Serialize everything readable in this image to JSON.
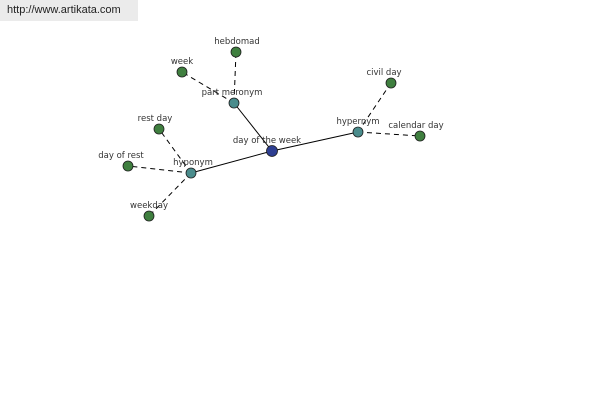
{
  "watermark": "http://www.artikata.com",
  "graph": {
    "nodes": [
      {
        "id": "center",
        "label": "day of the week",
        "kind": "center"
      },
      {
        "id": "part-meronym",
        "label": "part meronym",
        "kind": "relation"
      },
      {
        "id": "hypernym",
        "label": "hypernym",
        "kind": "relation"
      },
      {
        "id": "hyponym",
        "label": "hyponym",
        "kind": "relation"
      },
      {
        "id": "hebdomad",
        "label": "hebdomad",
        "kind": "leaf"
      },
      {
        "id": "week",
        "label": "week",
        "kind": "leaf"
      },
      {
        "id": "civil-day",
        "label": "civil day",
        "kind": "leaf"
      },
      {
        "id": "calendar-day",
        "label": "calendar day",
        "kind": "leaf"
      },
      {
        "id": "rest-day",
        "label": "rest day",
        "kind": "leaf"
      },
      {
        "id": "day-of-rest",
        "label": "day of rest",
        "kind": "leaf"
      },
      {
        "id": "weekday",
        "label": "weekday",
        "kind": "leaf"
      }
    ],
    "edges": [
      {
        "from": "center",
        "to": "part-meronym",
        "style": "solid"
      },
      {
        "from": "center",
        "to": "hypernym",
        "style": "solid"
      },
      {
        "from": "center",
        "to": "hyponym",
        "style": "solid"
      },
      {
        "from": "part-meronym",
        "to": "hebdomad",
        "style": "dashed"
      },
      {
        "from": "part-meronym",
        "to": "week",
        "style": "dashed"
      },
      {
        "from": "hypernym",
        "to": "civil-day",
        "style": "dashed"
      },
      {
        "from": "hypernym",
        "to": "calendar-day",
        "style": "dashed"
      },
      {
        "from": "hyponym",
        "to": "rest-day",
        "style": "dashed"
      },
      {
        "from": "hyponym",
        "to": "day-of-rest",
        "style": "dashed"
      },
      {
        "from": "hyponym",
        "to": "weekday",
        "style": "dashed"
      }
    ]
  },
  "colors": {
    "center": "#2d3e91",
    "relation": "#4a8c8c",
    "leaf": "#3f7f3f"
  }
}
